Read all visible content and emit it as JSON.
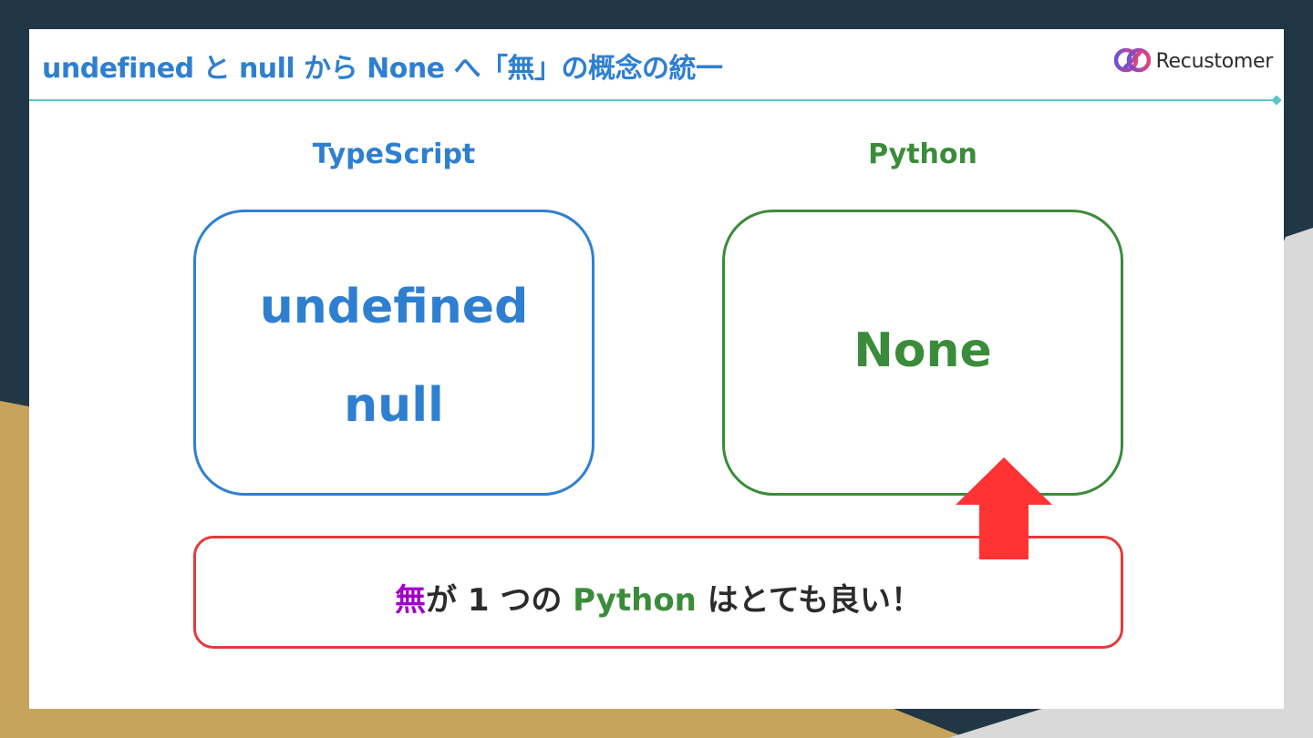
{
  "slide": {
    "title": "undefined と null から None へ「無」の概念の統一",
    "logo_text": "Recustomer",
    "logo_icon": "recustomer-logo-icon",
    "left_column": {
      "label": "TypeScript",
      "values": [
        "undefined",
        "null"
      ]
    },
    "right_column": {
      "label": "Python",
      "values": [
        "None"
      ]
    },
    "message": {
      "part1": "無",
      "part2": "が 1 つの ",
      "part3": "Python",
      "part4": " はとても良い！"
    },
    "colors": {
      "typescript_blue": "#2f7fd0",
      "python_green": "#3b8c3a",
      "highlight_purple": "#a000c8",
      "callout_red": "#e23b3b",
      "arrow_red": "#ff3333"
    }
  }
}
